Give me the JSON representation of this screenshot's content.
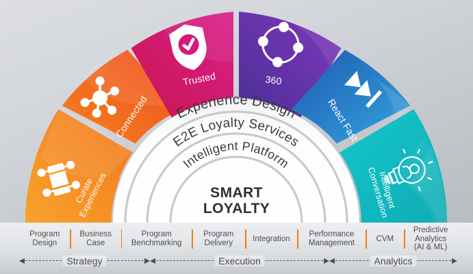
{
  "title": "SMART LOYALTY",
  "center": {
    "line1": "SMART",
    "line2": "LOYALTY"
  },
  "rings": [
    {
      "id": "experience-design",
      "label": "Experience Design"
    },
    {
      "id": "e2e-loyalty-services",
      "label": "E2E Loyalty Services"
    },
    {
      "id": "intelligent-platform",
      "label": "Intelligent Platform"
    }
  ],
  "petals": [
    {
      "id": "curate-experiences",
      "label": "Curate Experiences",
      "icon": "table-layout-icon",
      "color": "#f7941e",
      "color2": "#f15a22"
    },
    {
      "id": "connected",
      "label": "Connected",
      "icon": "network-hub-icon",
      "color": "#f15a22",
      "color2": "#e8491d"
    },
    {
      "id": "trusted",
      "label": "Trusted",
      "icon": "shield-check-icon",
      "color": "#d6197d",
      "color2": "#c4134f"
    },
    {
      "id": "360",
      "label": "360",
      "icon": "orbit-circle-icon",
      "color": "#7b35b8",
      "color2": "#4b3397"
    },
    {
      "id": "react-fast",
      "label": "React Fast",
      "icon": "fast-forward-icon",
      "color": "#2d9cdb",
      "color2": "#2059b0"
    },
    {
      "id": "intelligent-conversation",
      "label": "Intelligent Conversation",
      "icon": "lightbulb-person-icon",
      "color": "#17c3c9",
      "color2": "#0fb3bb"
    }
  ],
  "footer": {
    "phases": [
      {
        "id": "program-design",
        "line1": "Program",
        "line2": "Design",
        "line3": ""
      },
      {
        "id": "business-case",
        "line1": "Business",
        "line2": "Case",
        "line3": ""
      },
      {
        "id": "program-benchmarking",
        "line1": "Program",
        "line2": "Benchmarking",
        "line3": ""
      },
      {
        "id": "program-delivery",
        "line1": "Program",
        "line2": "Delivery",
        "line3": ""
      },
      {
        "id": "integration",
        "line1": "Integration",
        "line2": "",
        "line3": ""
      },
      {
        "id": "performance-management",
        "line1": "Performance",
        "line2": "Management",
        "line3": ""
      },
      {
        "id": "cvm",
        "line1": "CVM",
        "line2": "",
        "line3": ""
      },
      {
        "id": "predictive-analytics",
        "line1": "Predictive",
        "line2": "Analytics",
        "line3": "(AI & ML)"
      }
    ],
    "groups": [
      {
        "id": "strategy",
        "label": "Strategy"
      },
      {
        "id": "execution",
        "label": "Execution"
      },
      {
        "id": "analytics",
        "label": "Analytics"
      }
    ]
  },
  "colors": {
    "divider": "#f07d12",
    "text": "#4c4c4e",
    "background_top": "#dcdee1",
    "background_bottom": "#b3b7bd"
  }
}
